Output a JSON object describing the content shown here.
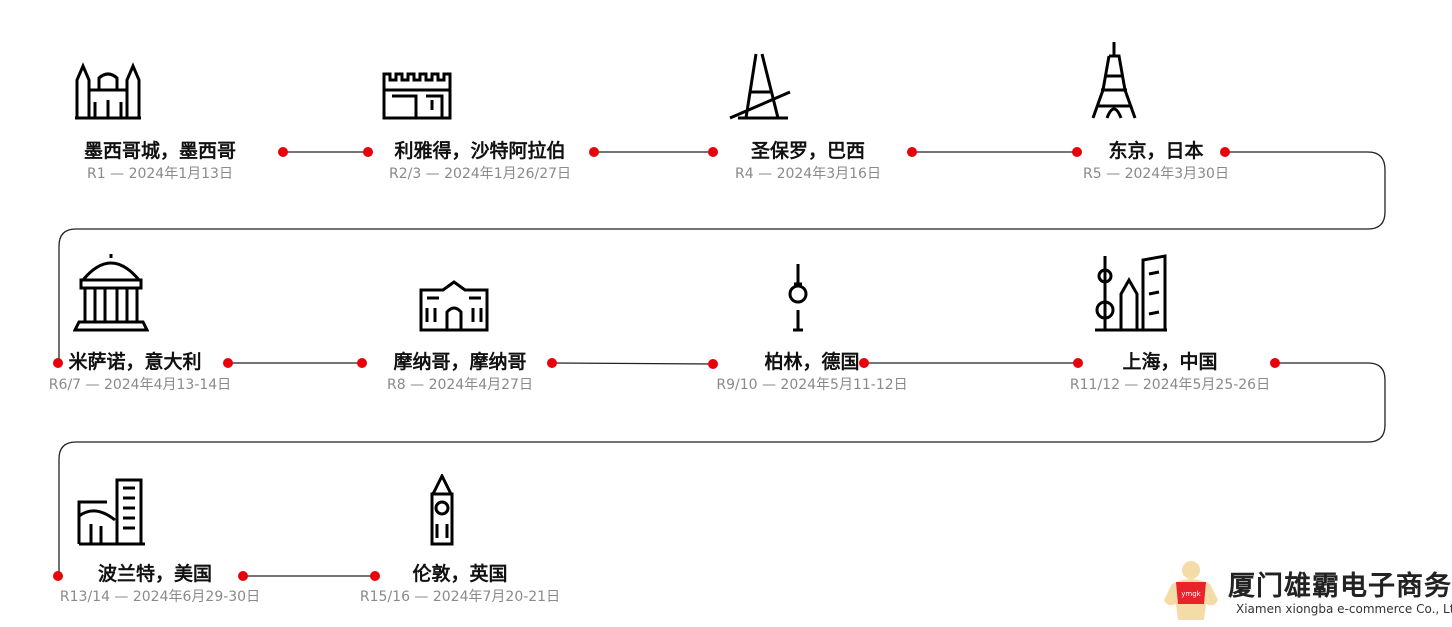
{
  "accent_color": "#e8000b",
  "rounds": [
    {
      "city": "墨西哥城，墨西哥",
      "info": "R1 — 2024年1月13日",
      "icon": "cathedral-icon"
    },
    {
      "city": "利雅得，沙特阿拉伯",
      "info": "R2/3 — 2024年1月26/27日",
      "icon": "fortress-icon"
    },
    {
      "city": "圣保罗，巴西",
      "info": "R4 — 2024年3月16日",
      "icon": "bridge-icon"
    },
    {
      "city": "东京，日本",
      "info": "R5 — 2024年3月30日",
      "icon": "tokyo-tower-icon"
    },
    {
      "city": "米萨诺，意大利",
      "info": "R6/7 — 2024年4月13-14日",
      "icon": "temple-icon"
    },
    {
      "city": "摩纳哥，摩纳哥",
      "info": "R8 — 2024年4月27日",
      "icon": "palace-icon"
    },
    {
      "city": "柏林，德国",
      "info": "R9/10 — 2024年5月11-12日",
      "icon": "tv-tower-icon"
    },
    {
      "city": "上海，中国",
      "info": "R11/12 — 2024年5月25-26日",
      "icon": "skyline-icon"
    },
    {
      "city": "波兰特，美国",
      "info": "R13/14 — 2024年6月29-30日",
      "icon": "buildings-icon"
    },
    {
      "city": "伦敦，英国",
      "info": "R15/16 — 2024年7月20-21日",
      "icon": "big-ben-icon"
    }
  ],
  "watermark": {
    "name": "厦门雄霸电子商务",
    "subtitle": "Xiamen xiongba e-commerce Co., Ltd",
    "mascot_text": "ymgk"
  }
}
